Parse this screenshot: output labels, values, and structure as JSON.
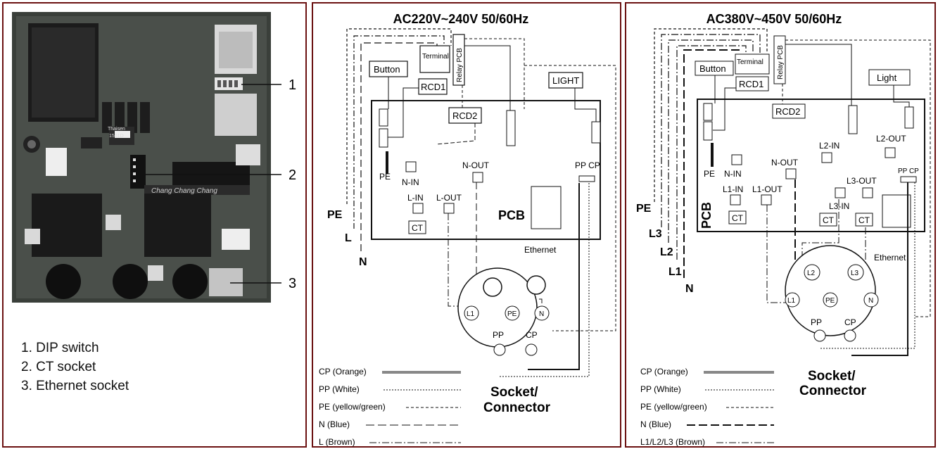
{
  "legend_items": [
    "1. DIP switch",
    "2. CT socket",
    "3. Ethernet socket"
  ],
  "callouts": [
    "1",
    "2",
    "3"
  ],
  "board": {
    "brand": "Thaisen",
    "model": "1501D",
    "logo_strip": "Chang Chang Chang"
  },
  "diagram_1phase": {
    "title": "AC220V~240V 50/60Hz",
    "wire_labels": [
      "PE",
      "L",
      "N"
    ],
    "boxes": {
      "button": "Button",
      "terminal": "Terminal",
      "relay": "Relay PCB",
      "rcd1": "RCD1",
      "rcd2": "RCD2",
      "light": "LIGHT",
      "ct": "CT"
    },
    "terminals": {
      "pe": "PE",
      "n_in": "N-IN",
      "n_out": "N-OUT",
      "l_in": "L-IN",
      "l_out": "L-OUT",
      "pp_cp": "PP CP"
    },
    "pcb": "PCB",
    "ethernet": "Ethernet",
    "socket_pins": {
      "l1": "L1",
      "pe": "PE",
      "n": "N",
      "pp": "PP",
      "cp": "CP"
    },
    "socket_title": [
      "Socket/",
      "Connector"
    ],
    "legend": [
      "CP (Orange)",
      "PP (White)",
      "PE (yellow/green)",
      "N (Blue)",
      "L (Brown)"
    ]
  },
  "diagram_3phase": {
    "title": "AC380V~450V 50/60Hz",
    "wire_labels": [
      "PE",
      "L3",
      "L2",
      "L1",
      "N"
    ],
    "boxes": {
      "button": "Button",
      "terminal": "Terminal",
      "relay": "Relay PCB",
      "rcd1": "RCD1",
      "rcd2": "RCD2",
      "light": "Light",
      "ct": "CT"
    },
    "terminals": {
      "pe": "PE",
      "n_in": "N-IN",
      "n_out": "N-OUT",
      "l1_in": "L1-IN",
      "l1_out": "L1-OUT",
      "l2_in": "L2-IN",
      "l2_out": "L2-OUT",
      "l3_in": "L3-IN",
      "l3_out": "L3-OUT",
      "pp_cp": "PP CP"
    },
    "pcb": "PCB",
    "ethernet": "Ethernet",
    "socket_pins": {
      "l1": "L1",
      "l2": "L2",
      "l3": "L3",
      "pe": "PE",
      "n": "N",
      "pp": "PP",
      "cp": "CP"
    },
    "socket_title": [
      "Socket/",
      "Connector"
    ],
    "legend": [
      "CP (Orange)",
      "PP (White)",
      "PE (yellow/green)",
      "N (Blue)",
      "L1/L2/L3 (Brown)"
    ]
  }
}
